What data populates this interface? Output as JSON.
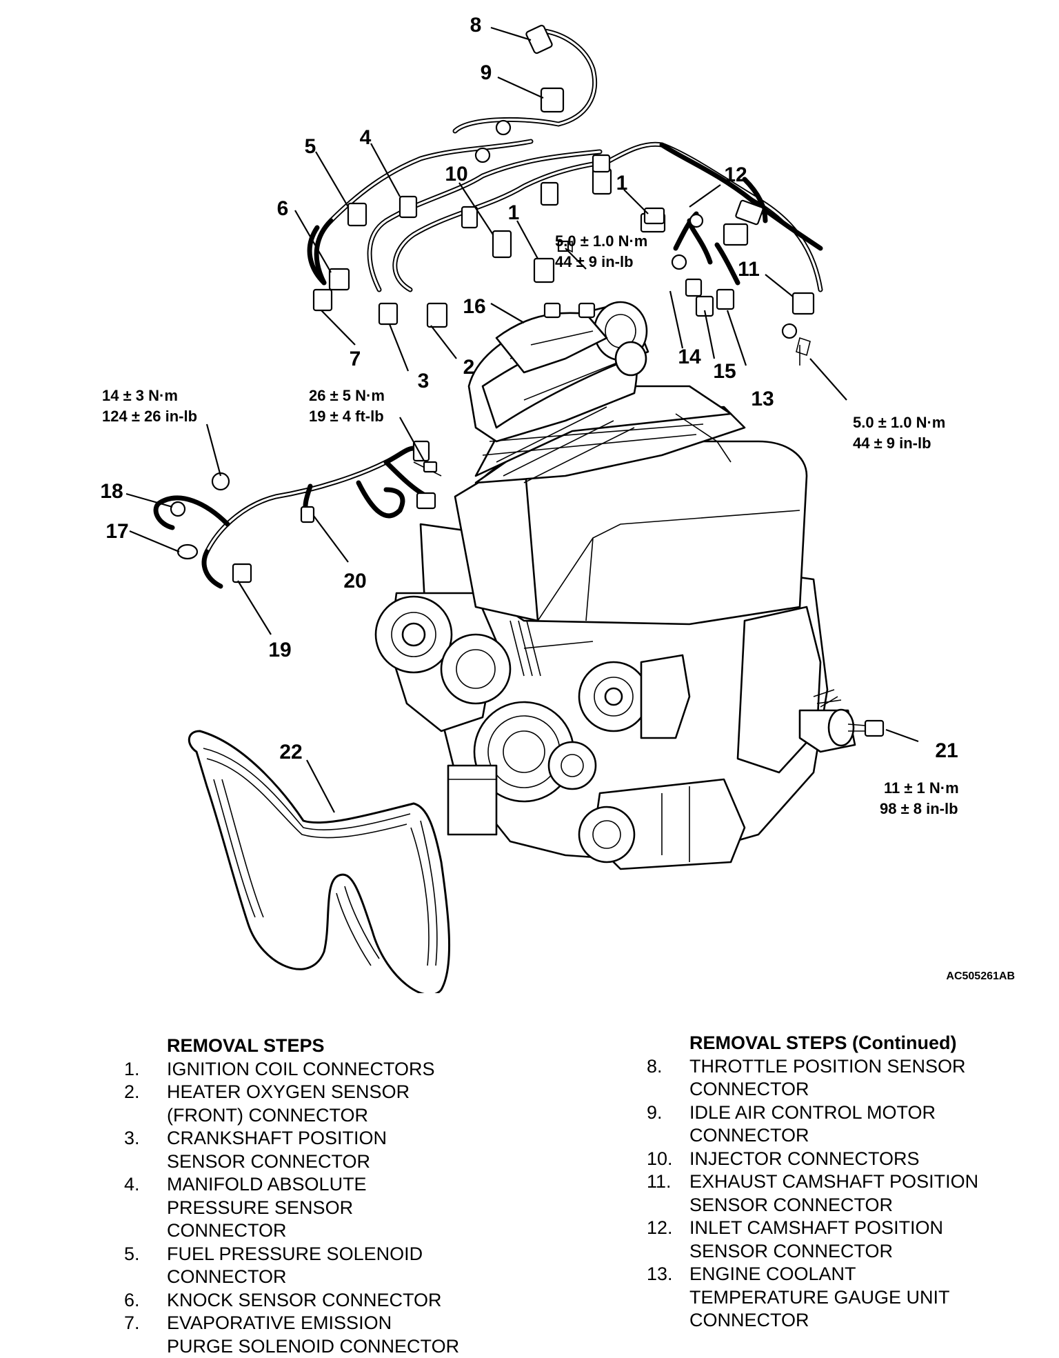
{
  "figure_id": "AC505261AB",
  "callouts": {
    "c1a": "1",
    "c1b": "1",
    "c2": "2",
    "c3": "3",
    "c4": "4",
    "c5": "5",
    "c6": "6",
    "c7": "7",
    "c8": "8",
    "c9": "9",
    "c10": "10",
    "c11": "11",
    "c12": "12",
    "c13": "13",
    "c14": "14",
    "c15": "15",
    "c16": "16",
    "c17": "17",
    "c18": "18",
    "c19": "19",
    "c20": "20",
    "c21": "21",
    "c22": "22"
  },
  "torques": {
    "t_center_nm": "5.0 ± 1.0 N·m",
    "t_center_in": "44 ± 9 in-lb",
    "t_right_nm": "5.0 ± 1.0 N·m",
    "t_right_in": "44 ± 9 in-lb",
    "t_left_nm": "14 ± 3 N·m",
    "t_left_in": "124 ± 26 in-lb",
    "t_mid_nm": "26 ± 5 N·m",
    "t_mid_ft": "19 ± 4 ft-lb",
    "t_21_nm": "11 ± 1 N·m",
    "t_21_in": "98 ± 8 in-lb"
  },
  "removal_steps": {
    "title": "REMOVAL STEPS",
    "items": [
      {
        "num": "1.",
        "text": "IGNITION COIL CONNECTORS"
      },
      {
        "num": "2.",
        "text": "HEATER OXYGEN SENSOR\n(FRONT) CONNECTOR"
      },
      {
        "num": "3.",
        "text": "CRANKSHAFT POSITION\nSENSOR CONNECTOR"
      },
      {
        "num": "4.",
        "text": "MANIFOLD ABSOLUTE\nPRESSURE SENSOR\nCONNECTOR"
      },
      {
        "num": "5.",
        "text": "FUEL PRESSURE SOLENOID\nCONNECTOR"
      },
      {
        "num": "6.",
        "text": "KNOCK SENSOR CONNECTOR"
      },
      {
        "num": "7.",
        "text": "EVAPORATIVE EMISSION\nPURGE SOLENOID CONNECTOR"
      }
    ]
  },
  "removal_steps_continued": {
    "title": "REMOVAL STEPS (Continued)",
    "items": [
      {
        "num": "8.",
        "text": "THROTTLE POSITION SENSOR\nCONNECTOR"
      },
      {
        "num": "9.",
        "text": "IDLE AIR CONTROL MOTOR\nCONNECTOR"
      },
      {
        "num": "10.",
        "text": "INJECTOR CONNECTORS"
      },
      {
        "num": "11.",
        "text": "EXHAUST CAMSHAFT POSITION\nSENSOR CONNECTOR"
      },
      {
        "num": "12.",
        "text": "INLET CAMSHAFT POSITION\nSENSOR CONNECTOR"
      },
      {
        "num": "13.",
        "text": "ENGINE COOLANT\nTEMPERATURE GAUGE UNIT\nCONNECTOR"
      }
    ]
  }
}
